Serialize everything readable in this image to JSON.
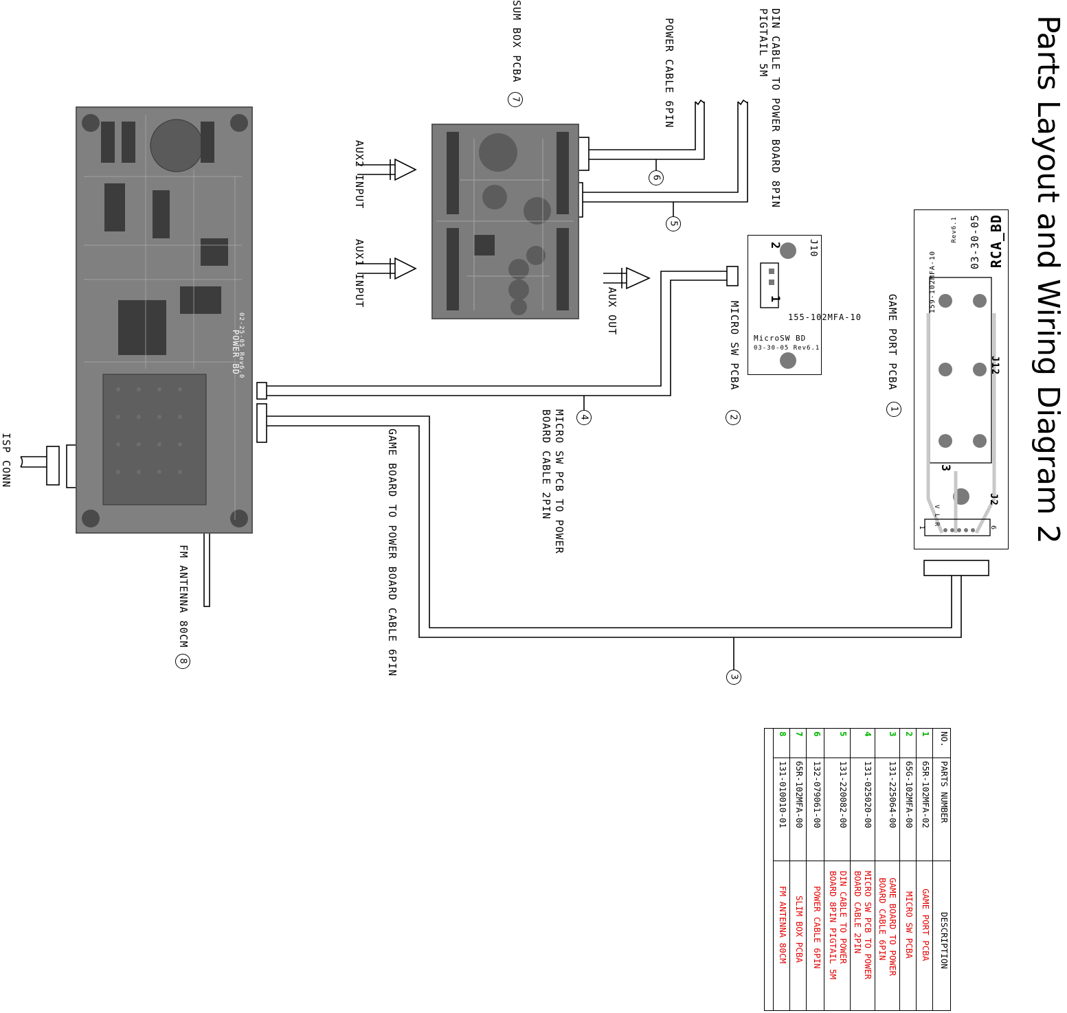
{
  "title": "Parts Layout and Wiring Diagram 2",
  "labels": {
    "sum_box": "SUM BOX PCBA",
    "power_cable": "POWER CABLE 6PIN",
    "din_cable_1": "DIN CABLE TO POWER  BOARD 8PIN",
    "din_cable_2": "PIGTAIL 5M",
    "aux2": "AUX2 INPUT",
    "aux1": "AUX1 INPUT",
    "aux_out": "AUX OUT",
    "micro_sw": "MICRO SW PCBA",
    "game_port": "GAME PORT PCBA",
    "micro_cable_1": "MICRO SW PCB TO POWER",
    "micro_cable_2": "BOARD CABLE 2PIN",
    "game_board_cable": "GAME BOARD TO POWER BOARD CABLE 6PIN",
    "fm_antenna": "FM ANTENNA 80CM",
    "isp_conn": "ISP CONN",
    "power_bd": "POWER BD",
    "power_bd_date": "02-25-05 Rev6.0"
  },
  "callouts": {
    "c1": "1",
    "c2": "2",
    "c3": "3",
    "c4": "4",
    "c5": "5",
    "c6": "6",
    "c7": "7",
    "c8": "8"
  },
  "micro_board": {
    "j10": "J10",
    "pin2": "2",
    "pin1": "1",
    "part": "155-102MFA-10",
    "name": "MicroSW  BD",
    "rev": "03-30-05 Rev6.1"
  },
  "game_board": {
    "name": "RCA_BD",
    "date": "03-30-05",
    "rev": "Rev6.1",
    "part": "159-102MFA-10",
    "j12": "J12",
    "j2": "J2",
    "pin3": "3",
    "pin1": "1",
    "pin6": "6",
    "vlr": "V L R"
  },
  "table": {
    "headers": {
      "no": "NO.",
      "part": "PARTS NUMBER",
      "desc": "DESCRIPTION"
    },
    "rows": [
      {
        "no": "1",
        "part": "65R-102MFA-02",
        "desc": "GAME PORT PCBA"
      },
      {
        "no": "2",
        "part": "65G-102MFA-00",
        "desc": "MICRO SW PCBA"
      },
      {
        "no": "3",
        "part": "131-225064-00",
        "desc": "GAME BOARD TO POWER\nBOARD CABLE 6PIN"
      },
      {
        "no": "4",
        "part": "131-025020-00",
        "desc": "MICRO SW PCB TO POWER\nBOARD CABLE 2PIN"
      },
      {
        "no": "5",
        "part": "131-220082-00",
        "desc": "DIN CABLE TO POWER\nBOARD 8PIN PIGTAIL 5M"
      },
      {
        "no": "6",
        "part": "132-079061-00",
        "desc": "POWER CABLE 6PIN"
      },
      {
        "no": "7",
        "part": "65R-102MFA-00",
        "desc": "SLIM BOX PCBA"
      },
      {
        "no": "8",
        "part": "131-010010-01",
        "desc": "FM ANTENNA 80CM"
      }
    ]
  },
  "colors": {
    "desc_text": "#e00000",
    "row_number": "#00b400",
    "pcb": "#7a7a7a"
  }
}
